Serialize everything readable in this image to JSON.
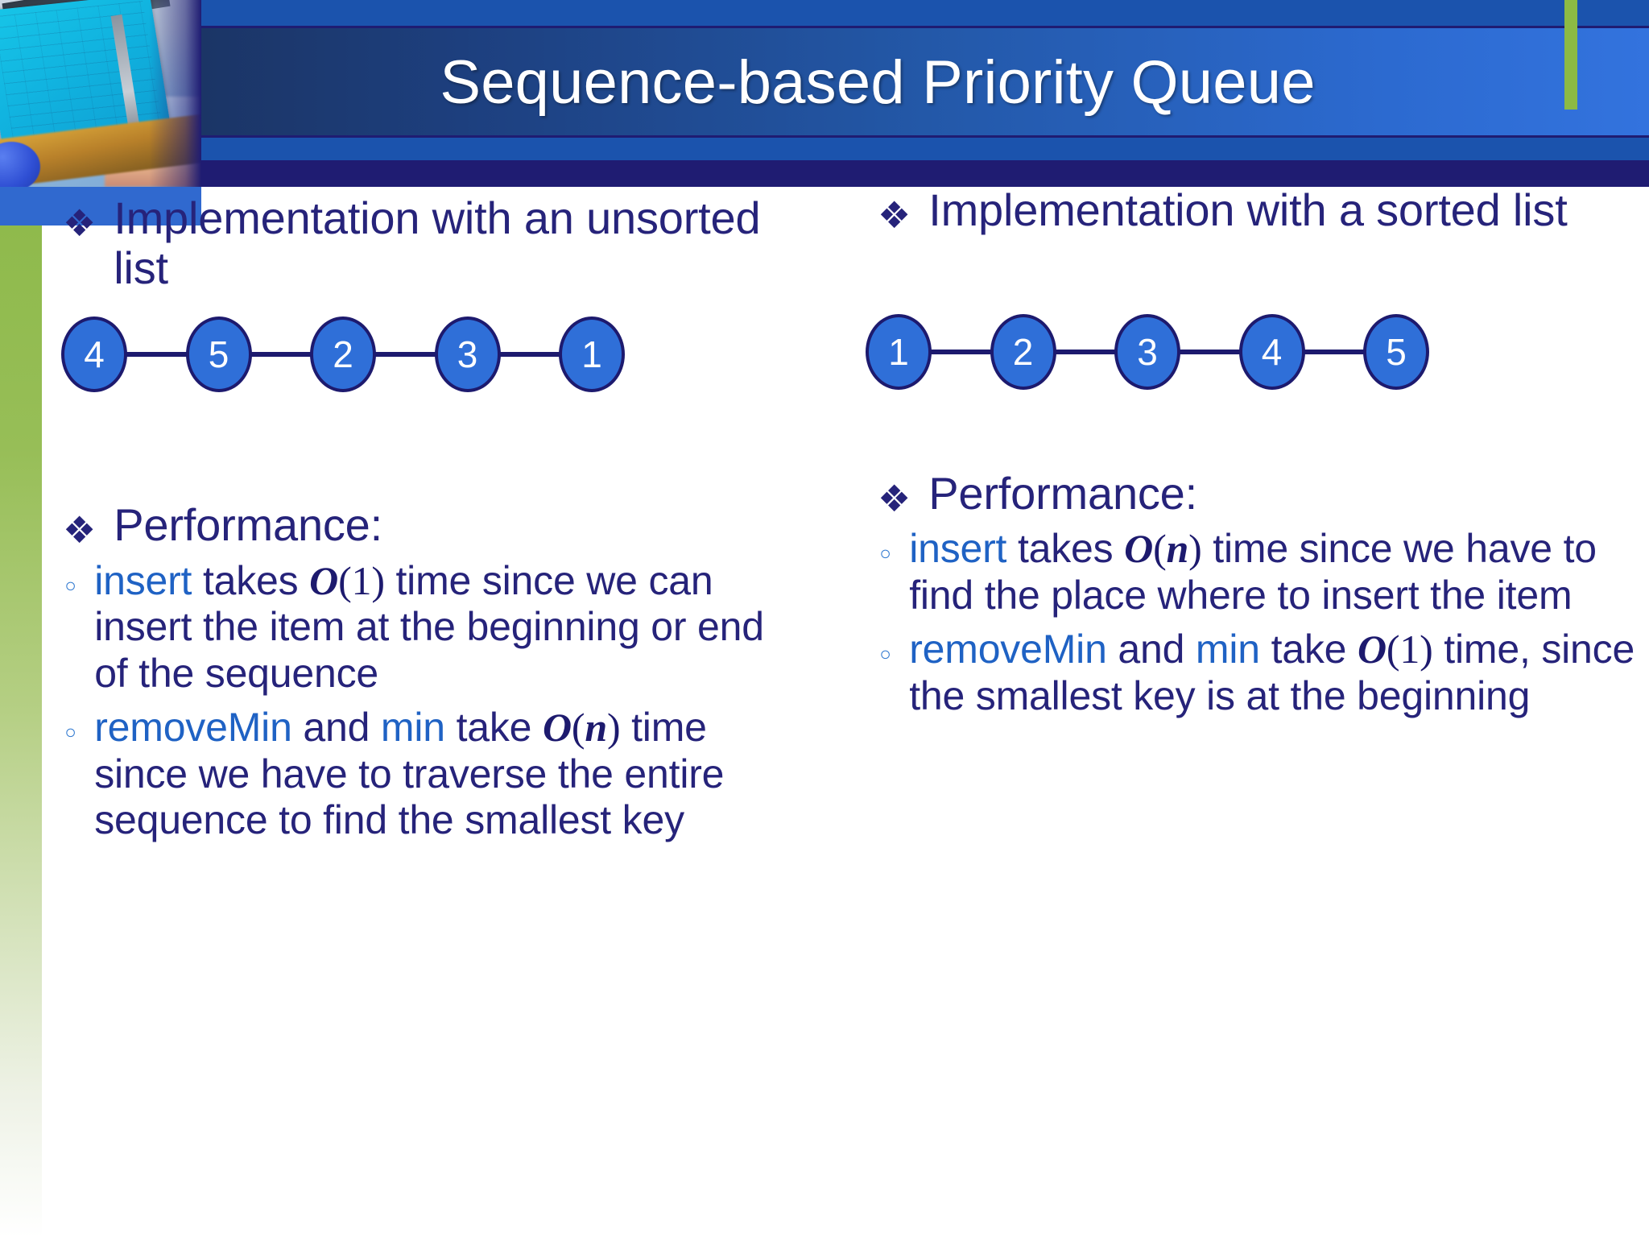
{
  "slide": {
    "title": "Sequence-based Priority Queue",
    "bullet_glyph": "❖",
    "subbullet_glyph": "◦"
  },
  "colors": {
    "header_navy": "#1f1c72",
    "header_band_blue": "#1b53ad",
    "header_gradient_right": "#3373de",
    "green_accent": "#8cba44",
    "left_green_bar": "#8fba4c",
    "left_blue_block": "#3069cf",
    "body_text_navy": "#26237a",
    "code_blue": "#1f62c4",
    "node_fill": "#2f6fd8",
    "node_stroke": "#1d1a6e",
    "node_label": "#ffffff"
  },
  "left_column": {
    "heading": "Implementation with an unsorted list",
    "sequence": {
      "name": "unsorted-sequence",
      "nodes": [
        "4",
        "5",
        "2",
        "3",
        "1"
      ]
    },
    "performance_heading": "Performance:",
    "points": [
      {
        "id": "insert-unsorted",
        "parts": [
          {
            "kind": "code",
            "text": "insert"
          },
          {
            "kind": "plain",
            "text": " takes "
          },
          {
            "kind": "bigo",
            "symbol": "O",
            "open": "(",
            "arg": "1",
            "arg_style": "num",
            "close": ")"
          },
          {
            "kind": "plain",
            "text": " time since we can insert the item at the beginning or end of the sequence"
          }
        ]
      },
      {
        "id": "removemin-unsorted",
        "parts": [
          {
            "kind": "code",
            "text": "removeMin"
          },
          {
            "kind": "plain",
            "text": " and "
          },
          {
            "kind": "code",
            "text": "min"
          },
          {
            "kind": "plain",
            "text": " take "
          },
          {
            "kind": "bigo",
            "symbol": "O",
            "open": "(",
            "arg": "n",
            "arg_style": "var",
            "close": ")"
          },
          {
            "kind": "plain",
            "text": " time since we have to traverse the entire sequence to find the smallest key"
          }
        ]
      }
    ]
  },
  "right_column": {
    "heading": "Implementation with a sorted list",
    "sequence": {
      "name": "sorted-sequence",
      "nodes": [
        "1",
        "2",
        "3",
        "4",
        "5"
      ]
    },
    "performance_heading": "Performance:",
    "points": [
      {
        "id": "insert-sorted",
        "parts": [
          {
            "kind": "code",
            "text": "insert"
          },
          {
            "kind": "plain",
            "text": " takes "
          },
          {
            "kind": "bigo",
            "symbol": "O",
            "open": "(",
            "arg": "n",
            "arg_style": "var",
            "close": ")"
          },
          {
            "kind": "plain",
            "text": " time since we have to find the place where to insert the item"
          }
        ]
      },
      {
        "id": "removemin-sorted",
        "parts": [
          {
            "kind": "code",
            "text": "removeMin"
          },
          {
            "kind": "plain",
            "text": " and "
          },
          {
            "kind": "code",
            "text": "min"
          },
          {
            "kind": "plain",
            "text": " take "
          },
          {
            "kind": "bigo",
            "symbol": "O",
            "open": "(",
            "arg": "1",
            "arg_style": "num",
            "close": ")"
          },
          {
            "kind": "plain",
            "text": " time, since the smallest key is at the beginning"
          }
        ]
      }
    ]
  }
}
